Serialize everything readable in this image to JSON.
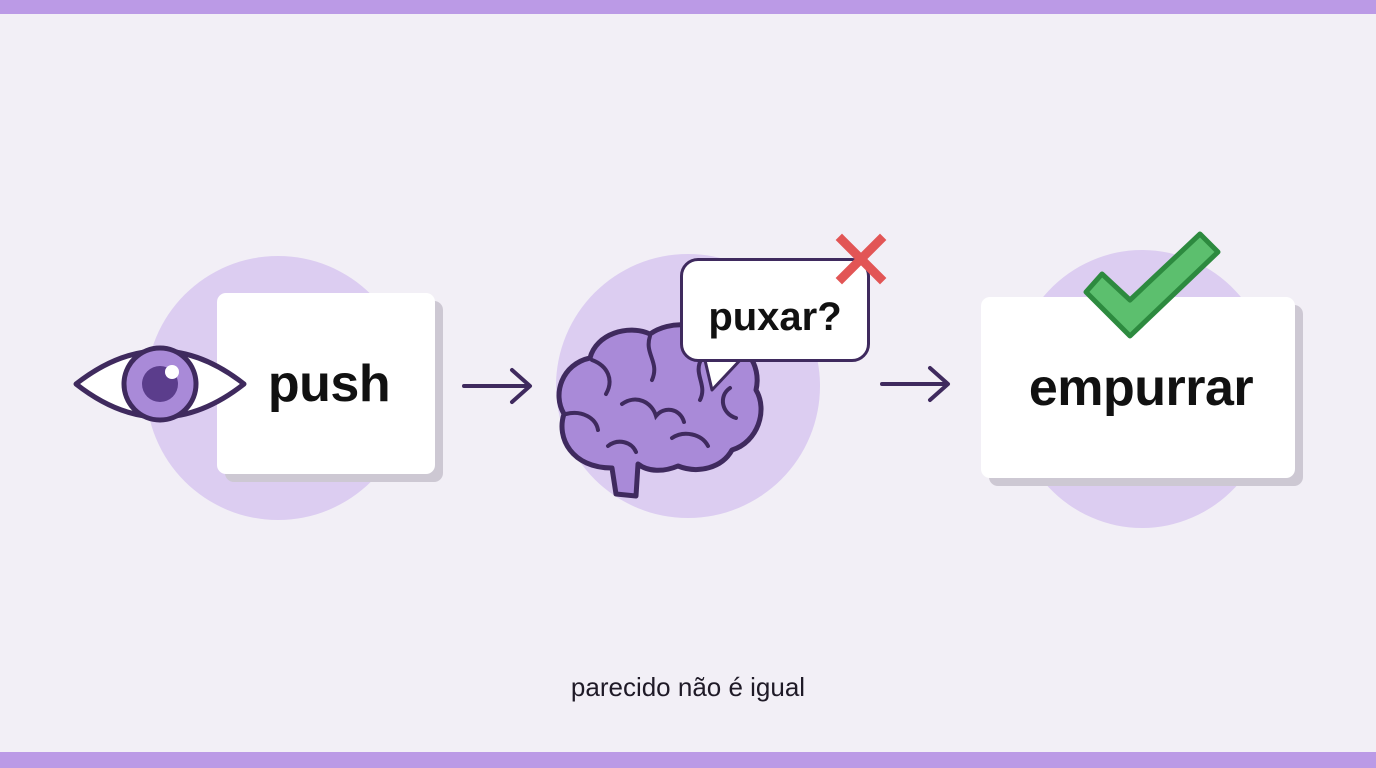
{
  "source_word": "push",
  "wrong_guess": "puxar?",
  "correct_translation": "empurrar",
  "caption": "parecido não é igual",
  "colors": {
    "background": "#f2eff6",
    "accent_bar": "#bb9ae6",
    "halo": "#dccdf1",
    "outline": "#3f2a5e",
    "brain_fill": "#a98ad8",
    "wrong_mark": "#e25555",
    "correct_mark": "#5cbf6e"
  },
  "icons": [
    "eye-icon",
    "arrow-right-icon",
    "brain-icon",
    "speech-bubble",
    "cross-icon",
    "arrow-right-icon",
    "checkmark-icon"
  ]
}
